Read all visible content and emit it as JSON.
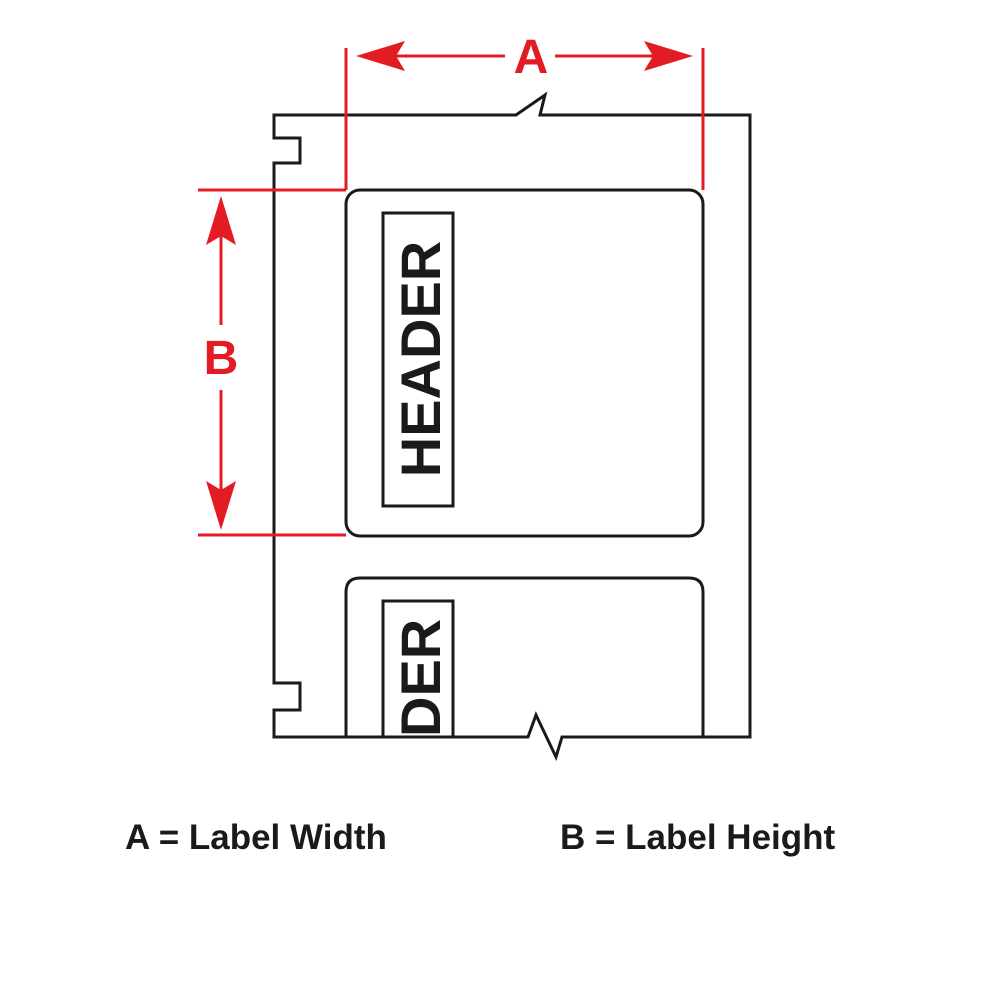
{
  "dimensions": {
    "a_marker": "A",
    "b_marker": "B",
    "color": "#e31b23"
  },
  "labels": {
    "header_text": "HEADER",
    "partial_header_text": "DER"
  },
  "legend": {
    "a_text": "A = Label Width",
    "b_text": "B = Label Height"
  },
  "colors": {
    "line": "#1a1a1a",
    "background": "#ffffff"
  }
}
